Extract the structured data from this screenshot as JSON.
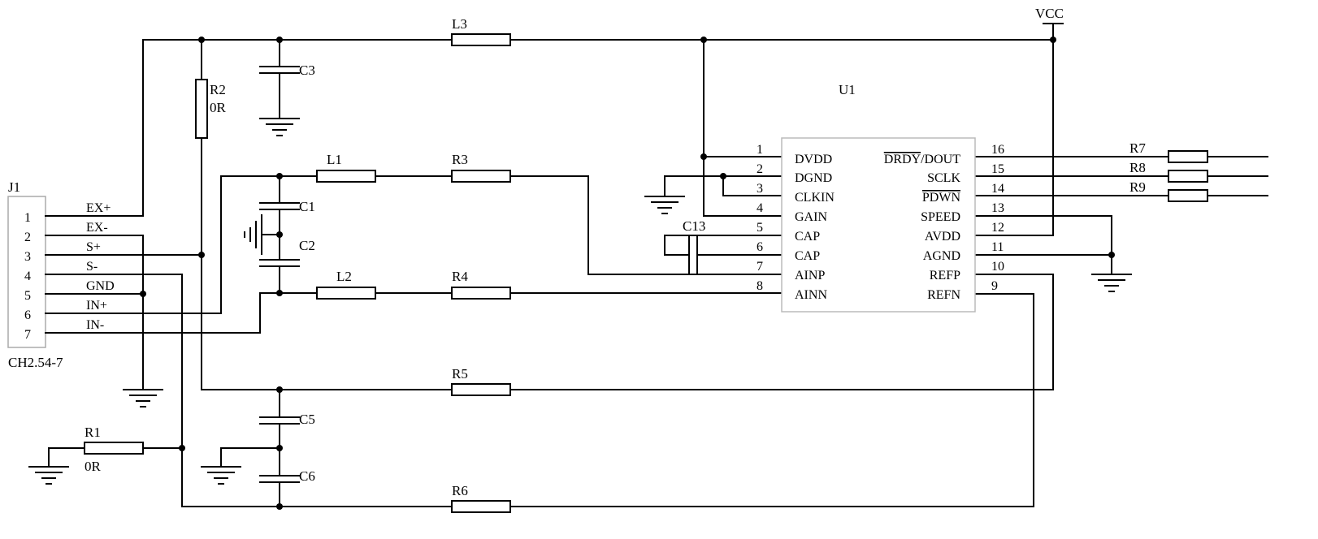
{
  "u1": {
    "ref": "U1",
    "left_pins": [
      {
        "num": "1",
        "name": "DVDD"
      },
      {
        "num": "2",
        "name": "DGND"
      },
      {
        "num": "3",
        "name": "CLKIN"
      },
      {
        "num": "4",
        "name": "GAIN"
      },
      {
        "num": "5",
        "name": "CAP"
      },
      {
        "num": "6",
        "name": "CAP"
      },
      {
        "num": "7",
        "name": "AINP"
      },
      {
        "num": "8",
        "name": "AINN"
      }
    ],
    "right_pins": [
      {
        "num": "16",
        "name_over": "DRDY",
        "name": "/DOUT"
      },
      {
        "num": "15",
        "name": "SCLK"
      },
      {
        "num": "14",
        "name": "PDWN"
      },
      {
        "num": "13",
        "name": "SPEED"
      },
      {
        "num": "12",
        "name": "AVDD"
      },
      {
        "num": "11",
        "name": "AGND"
      },
      {
        "num": "10",
        "name": "REFP"
      },
      {
        "num": "9",
        "name": "REFN"
      }
    ]
  },
  "j1": {
    "ref": "J1",
    "part": "CH2.54-7",
    "pins": [
      "1",
      "2",
      "3",
      "4",
      "5",
      "6",
      "7"
    ],
    "nets": [
      "EX+",
      "EX-",
      "S+",
      "S-",
      "GND",
      "IN+",
      "IN-"
    ]
  },
  "power": {
    "vcc": "VCC"
  },
  "resistors": {
    "r1": {
      "ref": "R1",
      "value": "0R"
    },
    "r2": {
      "ref": "R2",
      "value": "0R"
    },
    "r3": {
      "ref": "R3"
    },
    "r4": {
      "ref": "R4"
    },
    "r5": {
      "ref": "R5"
    },
    "r6": {
      "ref": "R6"
    },
    "r7": {
      "ref": "R7"
    },
    "r8": {
      "ref": "R8"
    },
    "r9": {
      "ref": "R9"
    }
  },
  "inductors": {
    "l1": "L1",
    "l2": "L2",
    "l3": "L3"
  },
  "capacitors": {
    "c1": "C1",
    "c2": "C2",
    "c3": "C3",
    "c5": "C5",
    "c6": "C6",
    "c13": "C13"
  }
}
